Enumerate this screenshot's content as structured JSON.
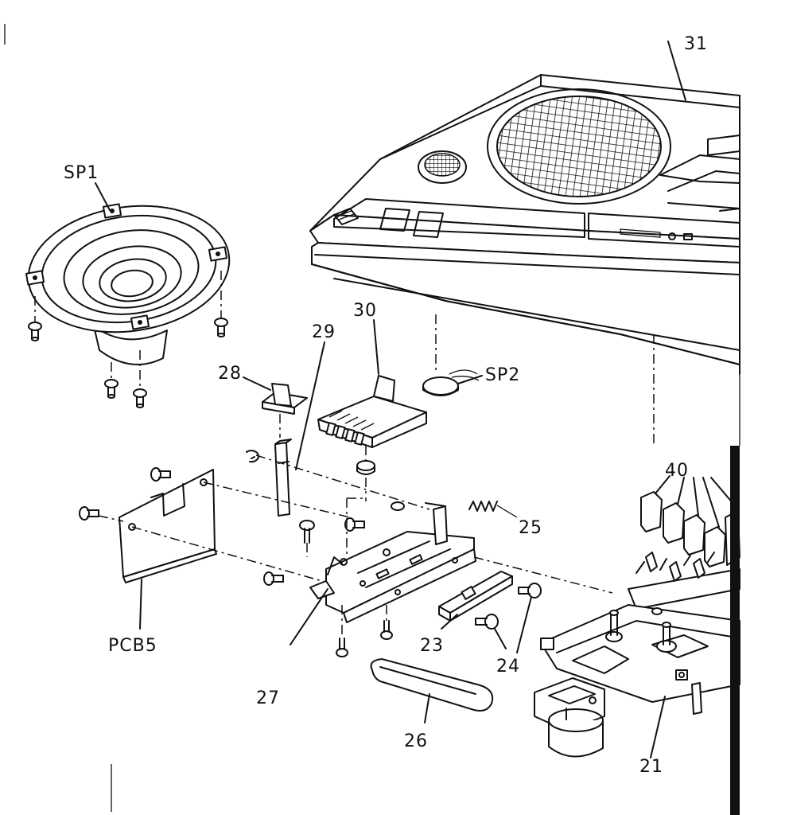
{
  "labels": {
    "sp1": "SP1",
    "sp2": "SP2",
    "pcb5": "PCB5",
    "p21": "21",
    "p23": "23",
    "p24": "24",
    "p25": "25",
    "p26": "26",
    "p27": "27",
    "p28": "28",
    "p29": "29",
    "p30": "30",
    "p31": "31",
    "p40": "40"
  },
  "colors": {
    "ink": "#111111",
    "paper": "#ffffff"
  }
}
